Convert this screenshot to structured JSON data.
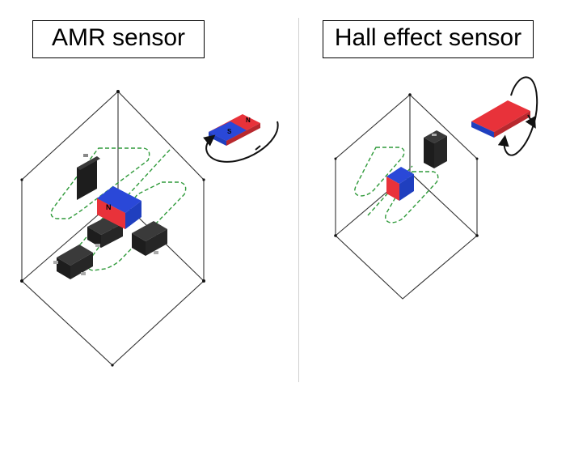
{
  "panels": [
    {
      "title": "AMR sensor"
    },
    {
      "title": "Hall effect sensor"
    }
  ],
  "magnet_labels": {
    "north": "N",
    "south": "S"
  },
  "colors": {
    "north_pole": "#e8323a",
    "south_pole": "#1f3fbf",
    "field_lines": "#2f9a3a",
    "sensor_chip": "#1d1d1d",
    "frame": "#333333",
    "divider": "#d0d0d0"
  }
}
